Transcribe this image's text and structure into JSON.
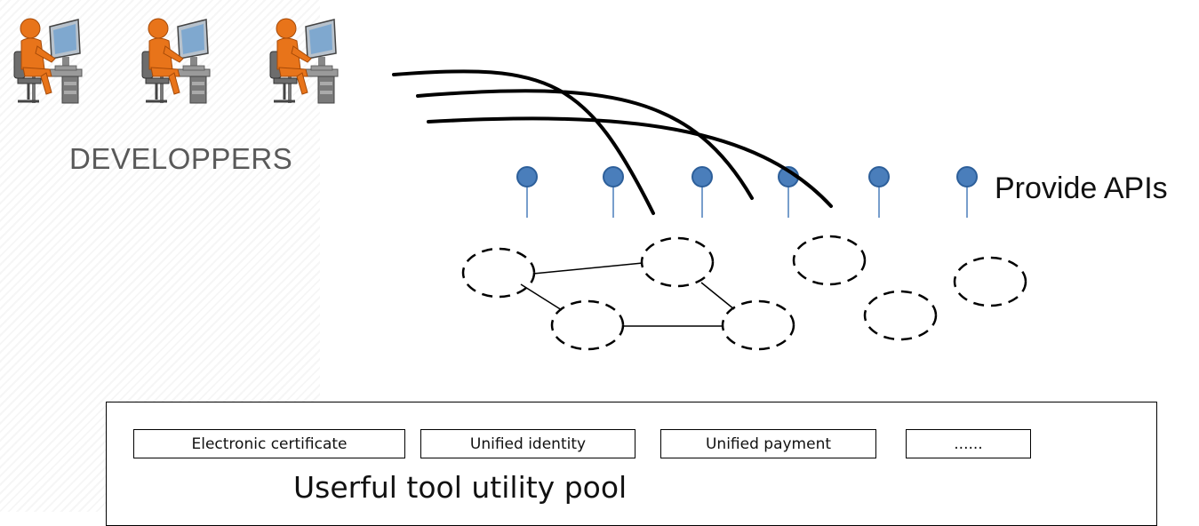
{
  "developers": {
    "label": "DEVELOPPERS",
    "count": 3
  },
  "apis": {
    "label": "Provide APIs",
    "count": 6
  },
  "services": {
    "count": 7
  },
  "pool": {
    "title": "Userful tool utility pool",
    "tools": [
      "Electronic certificate",
      "Unified identity",
      "Unified payment",
      "......"
    ]
  },
  "colors": {
    "api_pin": "#4a7ebb",
    "api_pin_stroke": "#2d5f9a",
    "developer_figure": "#e8741a"
  }
}
